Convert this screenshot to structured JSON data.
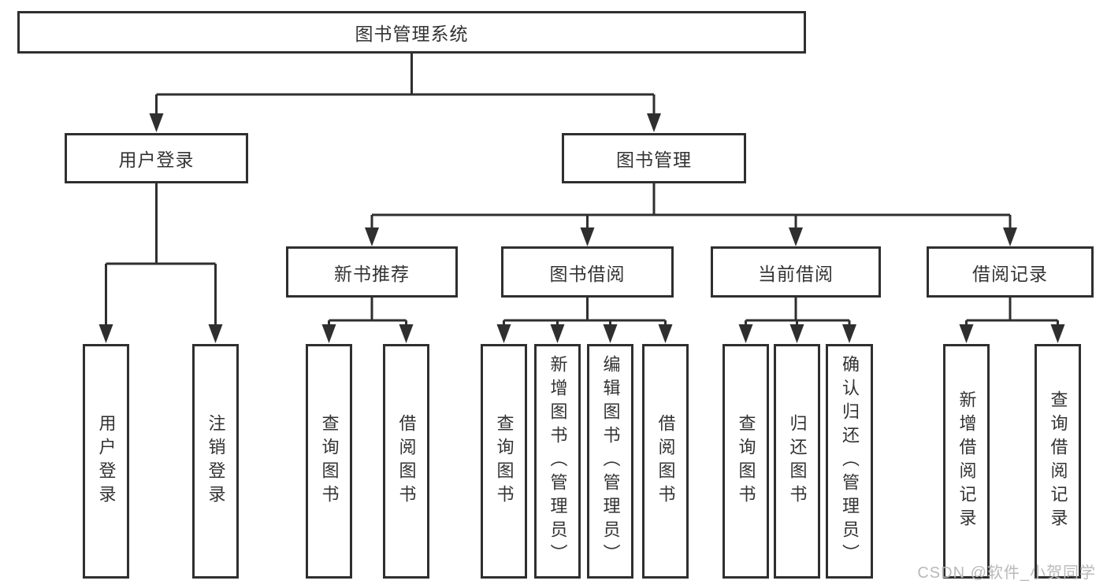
{
  "diagram": {
    "root": "图书管理系统",
    "level2": [
      {
        "label": "用户登录"
      },
      {
        "label": "图书管理"
      }
    ],
    "level3": [
      {
        "label": "新书推荐"
      },
      {
        "label": "图书借阅"
      },
      {
        "label": "当前借阅"
      },
      {
        "label": "借阅记录"
      }
    ],
    "leaves": {
      "user_login": [
        "用户登录",
        "注销登录"
      ],
      "new_book": [
        "查询图书",
        "借阅图书"
      ],
      "book_borrow": [
        "查询图书",
        "新增图书（管理员）",
        "编辑图书（管理员）",
        "借阅图书"
      ],
      "current_borrow": [
        "查询图书",
        "归还图书",
        "确认归还（管理员）"
      ],
      "borrow_record": [
        "新增借阅记录",
        "查询借阅记录"
      ]
    }
  },
  "watermark": "CSDN @软件_小贺同学",
  "colors": {
    "line": "#2f2f2f",
    "text": "#333333",
    "watermark": "#b9b9b9",
    "background": "#ffffff"
  }
}
